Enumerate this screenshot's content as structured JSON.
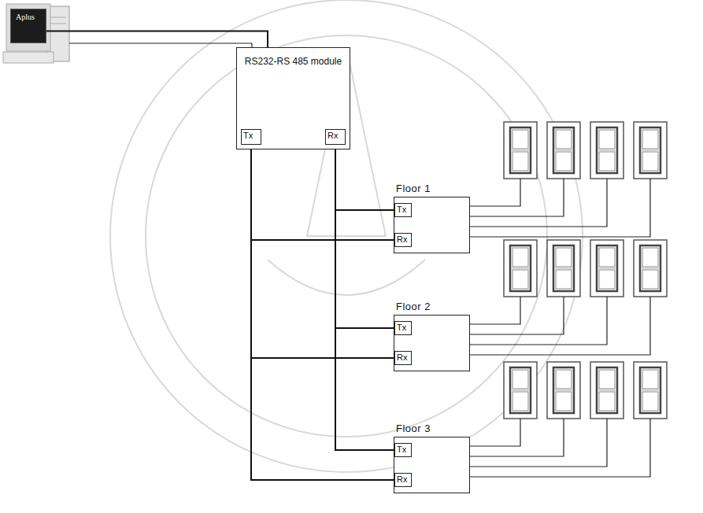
{
  "diagram": {
    "nodes": [
      {
        "text": [
          "Aplus"
        ]
      },
      {
        "text": [
          "RS232-RS 485 module"
        ]
      },
      {
        "text": [
          "Tx"
        ],
        "in": 1
      },
      {
        "text": [
          "Rx"
        ],
        "in": 1
      },
      {
        "text": [
          "Floor 1"
        ]
      },
      {
        "text": [
          "Tx"
        ],
        "in": 4
      },
      {
        "text": [
          "Rx"
        ],
        "in": 4
      },
      {
        "text": [
          "Floor 2"
        ]
      },
      {
        "text": [
          "Tx"
        ],
        "in": 7
      },
      {
        "text": [
          "Rx"
        ],
        "in": 7
      },
      {
        "text": [
          "Floor 3"
        ]
      },
      {
        "text": [
          "Tx"
        ],
        "in": 10
      },
      {
        "text": [
          "Rx"
        ],
        "in": 10
      }
    ],
    "edges": [
      {
        "from": 0,
        "to": 1,
        "arrow": "none"
      },
      {
        "from": 2,
        "to": 6,
        "arrow": "none"
      },
      {
        "from": 3,
        "to": 5,
        "arrow": "none"
      },
      {
        "from": 2,
        "to": 9,
        "arrow": "none"
      },
      {
        "from": 3,
        "to": 8,
        "arrow": "none"
      },
      {
        "from": 2,
        "to": 12,
        "arrow": "none"
      },
      {
        "from": 3,
        "to": 11,
        "arrow": "none"
      }
    ]
  }
}
